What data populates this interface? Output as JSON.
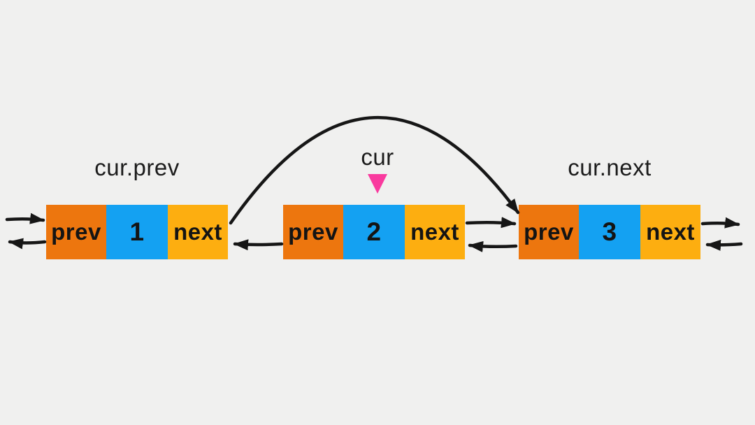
{
  "diagram": {
    "description": "Doubly linked list with three nodes; current node highlighted with pink pointer and an arc re-linking node 1 next to node 3",
    "annotations": {
      "cur_prev": "cur.prev",
      "cur": "cur",
      "cur_next": "cur.next"
    },
    "nodes": [
      {
        "prev": "prev",
        "value": "1",
        "next": "next"
      },
      {
        "prev": "prev",
        "value": "2",
        "next": "next"
      },
      {
        "prev": "prev",
        "value": "3",
        "next": "next"
      }
    ],
    "icons": {
      "cur_pointer": "triangle-down-icon",
      "arc": "curved-arrow-node1-next-to-node3-prev",
      "edge_arrows": [
        "arrow-from-left-into-node1-prev",
        "arrow-node1-prev-out-left",
        "arrow-node2-prev-to-node1-next",
        "arrow-node2-next-to-node3-prev",
        "arrow-node3-prev-to-node2-next",
        "arrow-node3-next-out-right",
        "arrow-from-right-into-node3-next"
      ]
    },
    "colors": {
      "background": "#f0f0ef",
      "prev_cell": "#ed760e",
      "value_cell": "#14a1f2",
      "next_cell": "#fdae10",
      "pointer": "#f93a9e",
      "line": "#161616"
    }
  }
}
